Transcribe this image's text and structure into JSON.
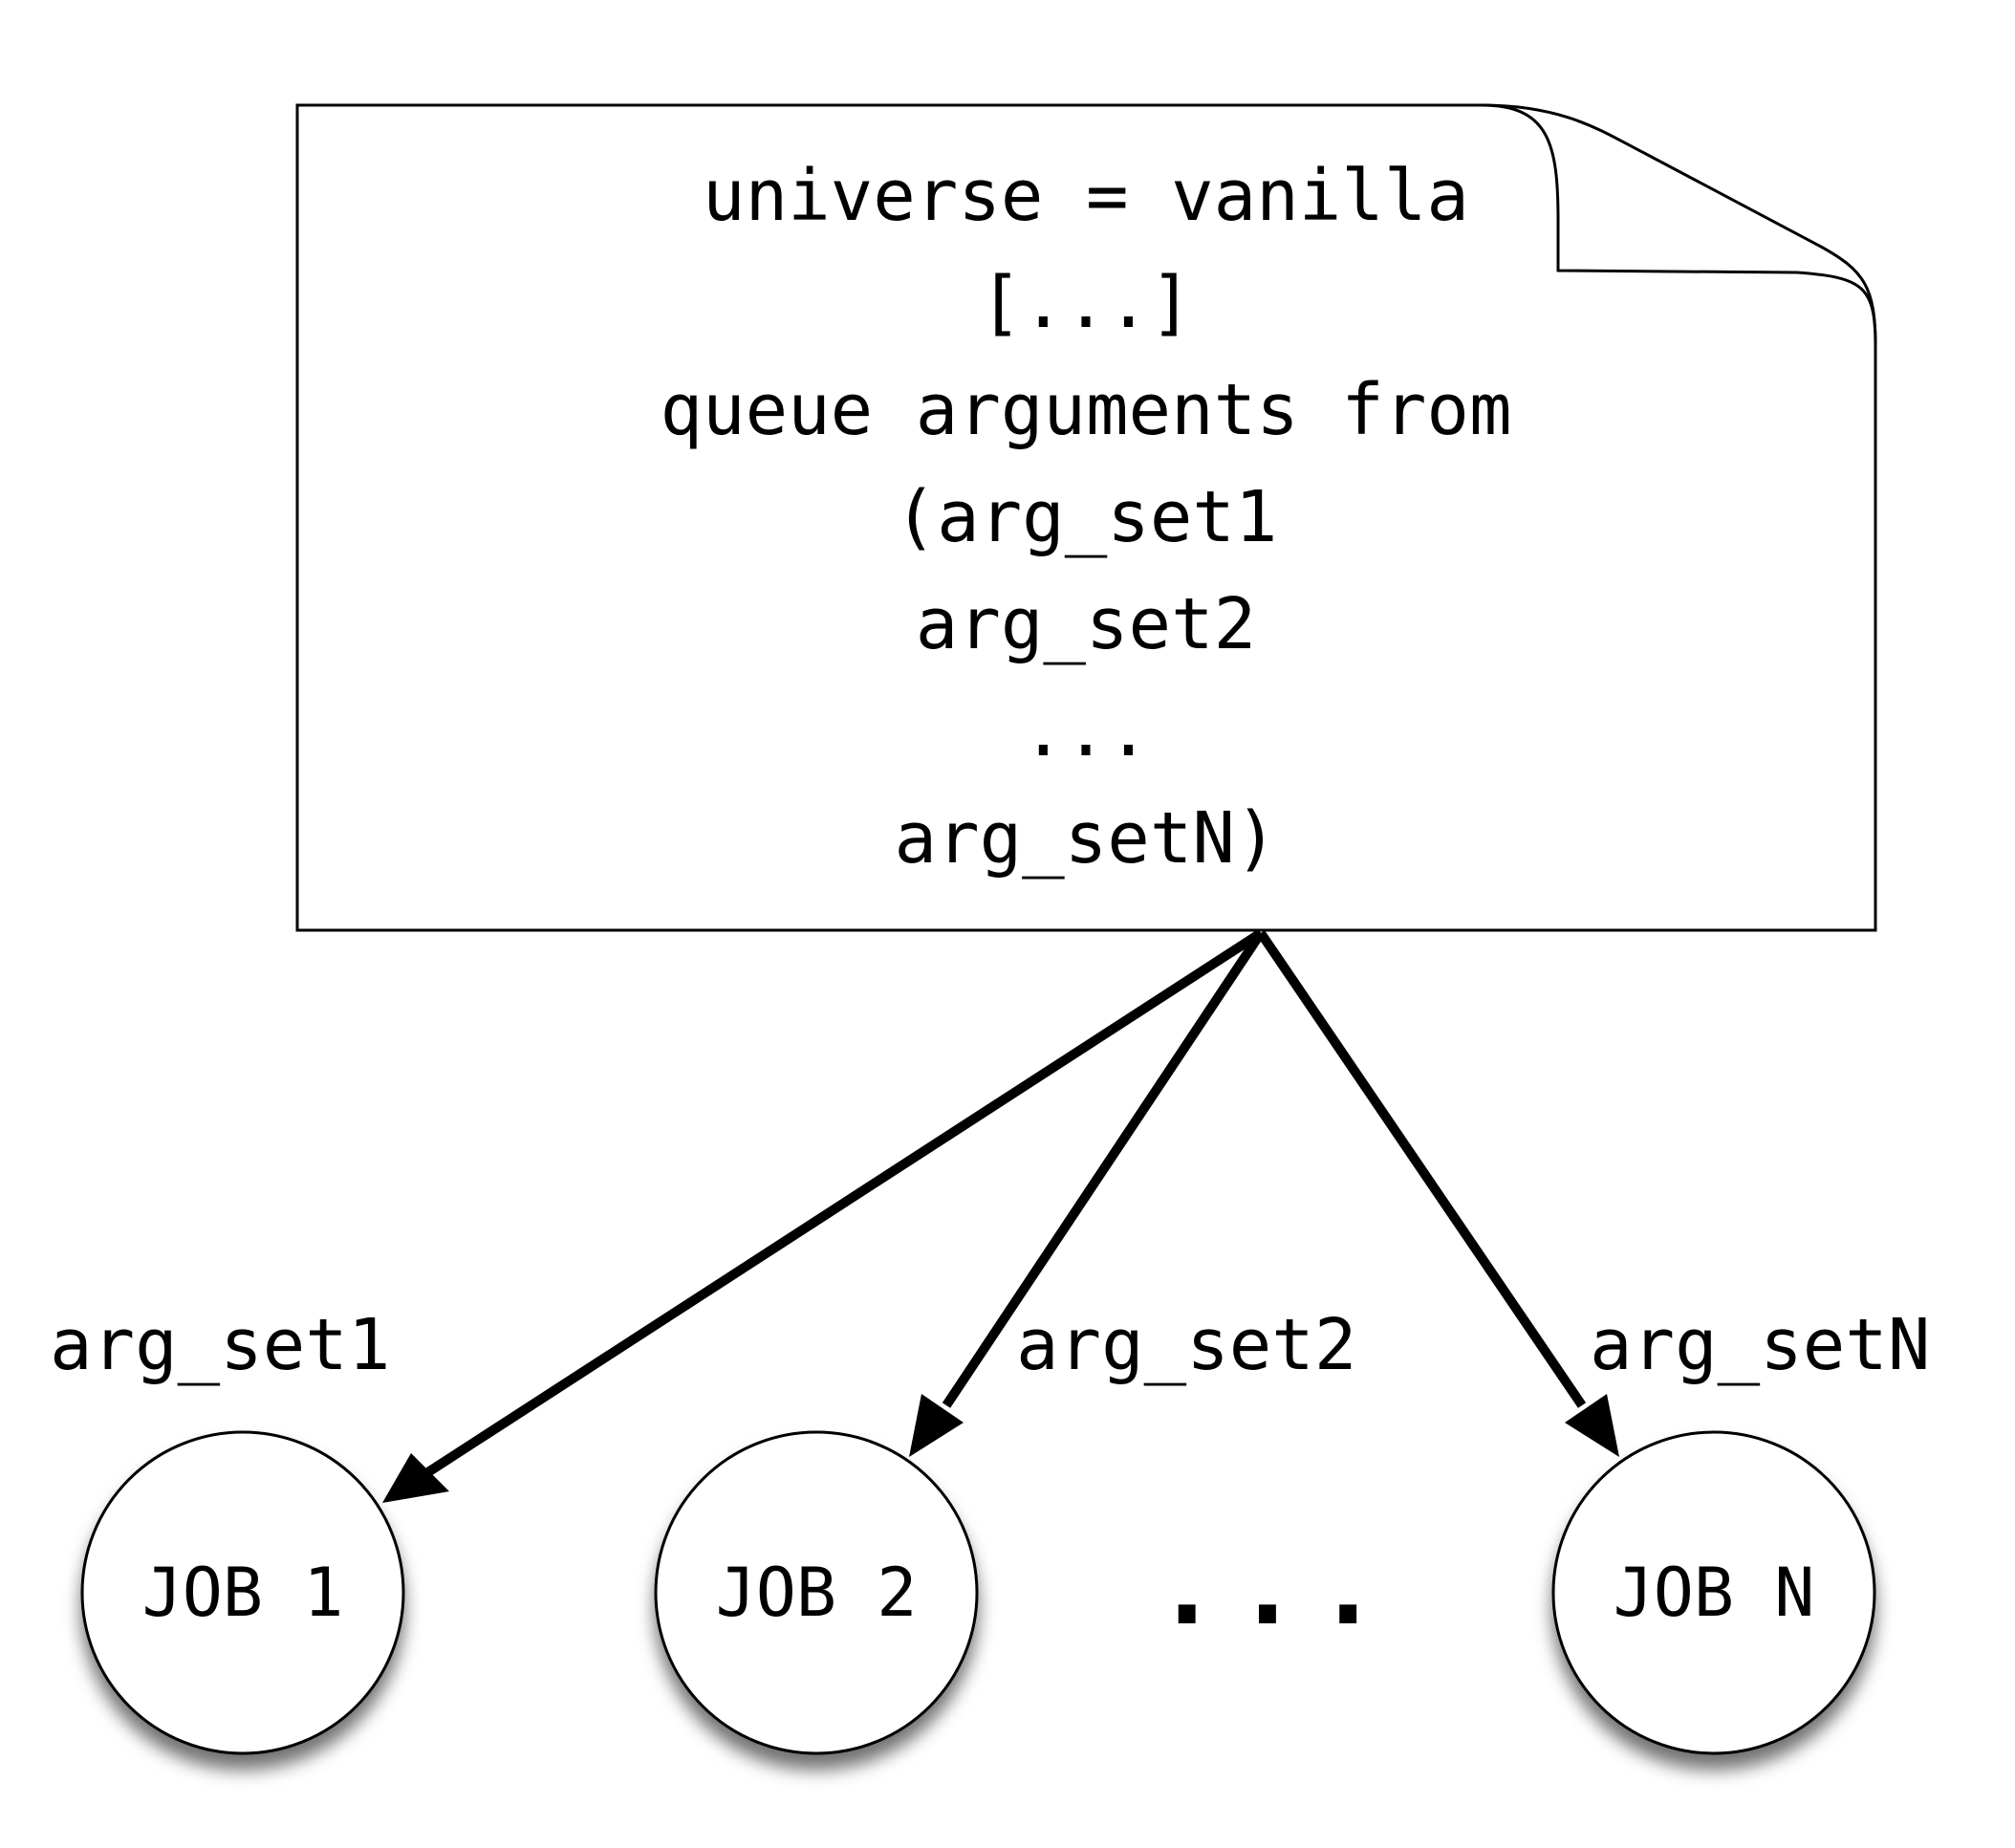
{
  "submit_file": {
    "lines": [
      "universe = vanilla",
      "[...]",
      "queue arguments from",
      "(arg_set1",
      " arg_set2",
      "...",
      " arg_setN)"
    ]
  },
  "edges": [
    {
      "label": "arg_set1",
      "target": "job_1"
    },
    {
      "label": "arg_set2",
      "target": "job_2"
    },
    {
      "label": "arg_setN",
      "target": "job_n"
    }
  ],
  "jobs": [
    {
      "id": "job_1",
      "label": "JOB 1"
    },
    {
      "id": "job_2",
      "label": "JOB 2"
    },
    {
      "id": "job_n",
      "label": "JOB N"
    }
  ],
  "ellipsis": "...",
  "colors": {
    "stroke": "#000000",
    "fill": "#ffffff",
    "shadow": "#7a7a7a"
  }
}
